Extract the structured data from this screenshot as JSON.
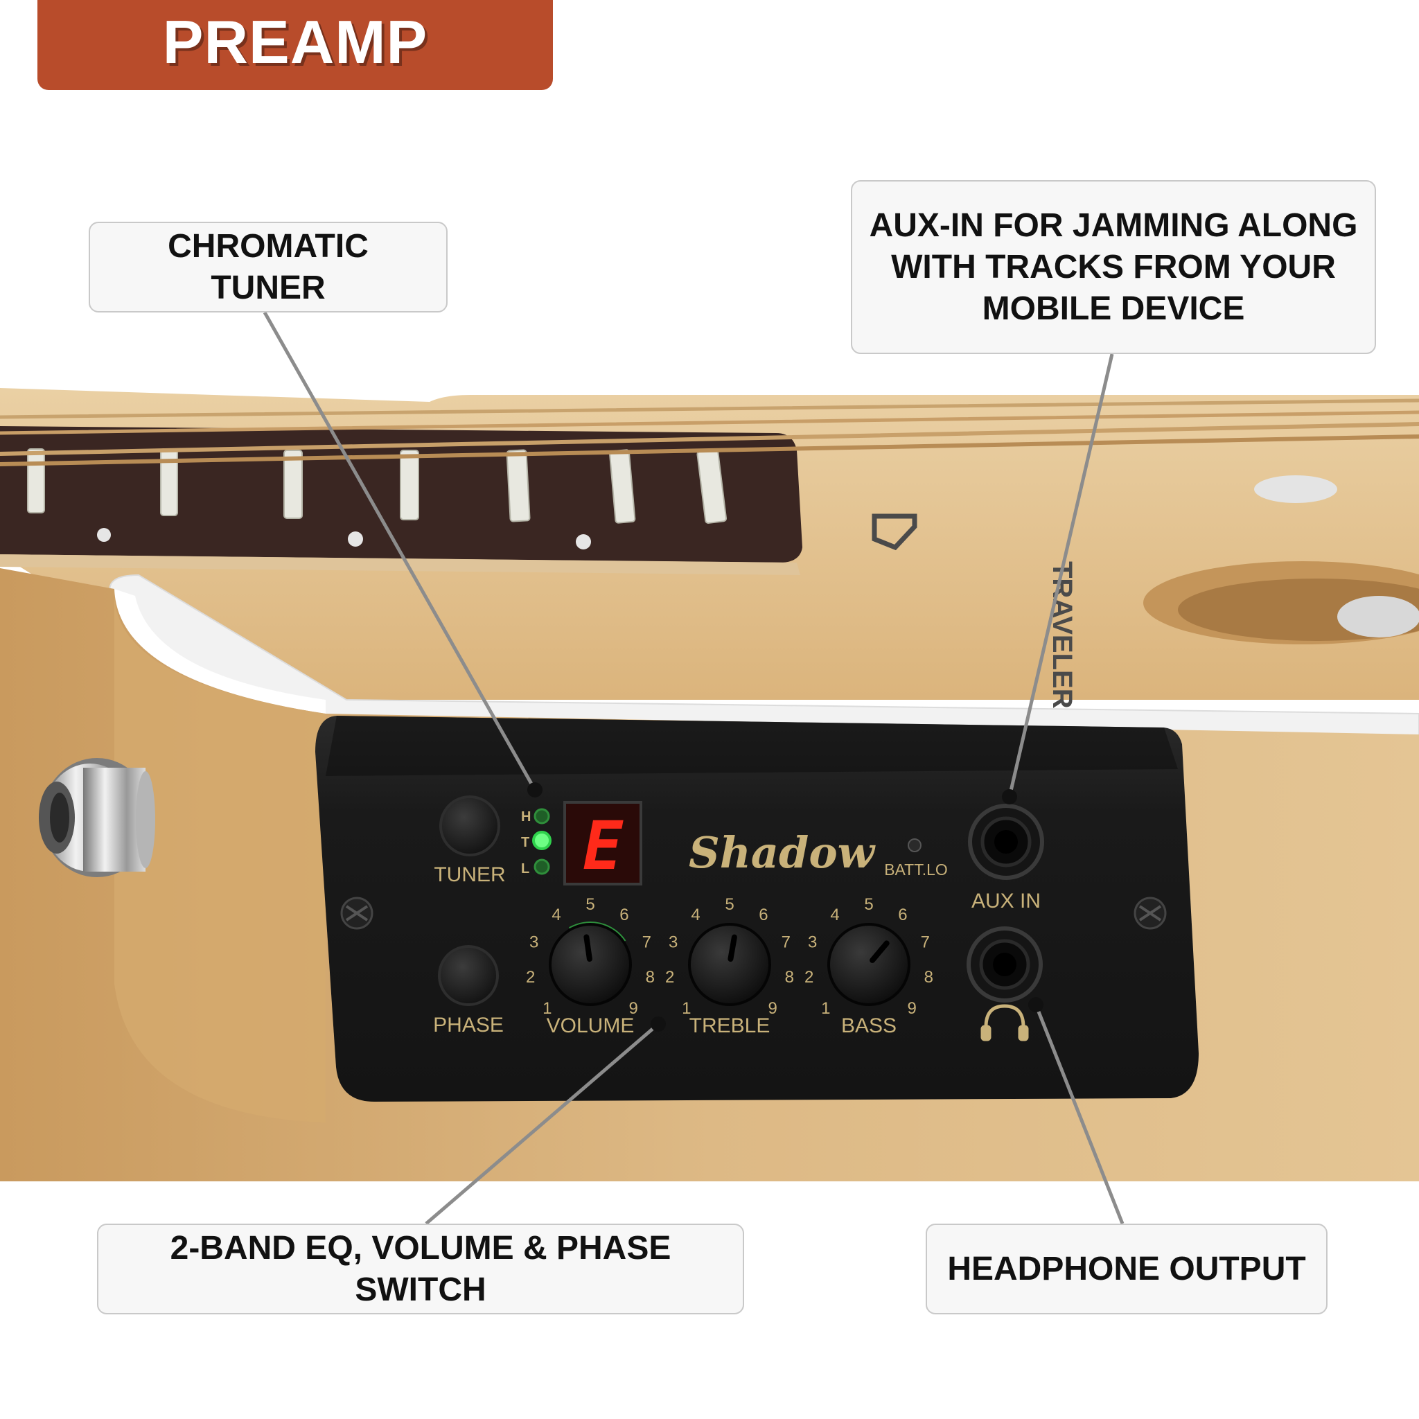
{
  "header": {
    "title": "PREAMP"
  },
  "callouts": {
    "tuner": "CHROMATIC TUNER",
    "aux_in": "AUX-IN FOR JAMMING ALONG\nWITH TRACKS FROM YOUR\nMOBILE DEVICE",
    "eq": "2-BAND EQ, VOLUME & PHASE SWITCH",
    "headphone": "HEADPHONE OUTPUT"
  },
  "preamp": {
    "brand": "Shadow",
    "tuner_label": "TUNER",
    "phase_label": "PHASE",
    "led_labels": [
      "H",
      "T",
      "L"
    ],
    "display_note": "E",
    "batt_label": "BATT.LO",
    "aux_label": "AUX IN",
    "knob_labels": {
      "volume": "VOLUME",
      "treble": "TREBLE",
      "bass": "BASS"
    },
    "scale": [
      "1",
      "2",
      "3",
      "4",
      "5",
      "6",
      "7",
      "8",
      "9"
    ]
  },
  "colors": {
    "header_bg": "#b84c2b",
    "wood": "#e3c18e",
    "panel": "#1c1c1c",
    "panel_text": "#c9b27a",
    "led_green": "#3fe05a",
    "display_red": "#ff2a1a"
  }
}
